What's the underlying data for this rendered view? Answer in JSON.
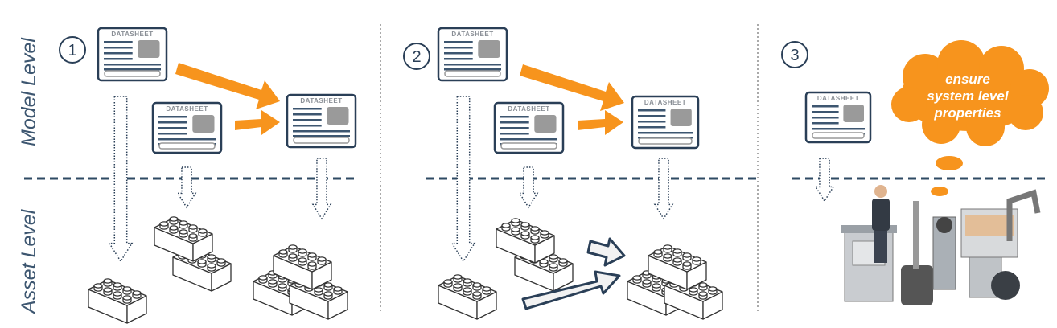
{
  "labels": {
    "model_level": "Model Level",
    "asset_level": "Asset Level"
  },
  "steps": [
    "1",
    "2",
    "3"
  ],
  "datasheet_label": "DATASHEET",
  "cloud": {
    "line1": "ensure",
    "line2": "system level",
    "line3": "properties"
  },
  "colors": {
    "navy": "#2a3f57",
    "orange": "#f7941d",
    "dashed_line": "#2e4a63"
  }
}
